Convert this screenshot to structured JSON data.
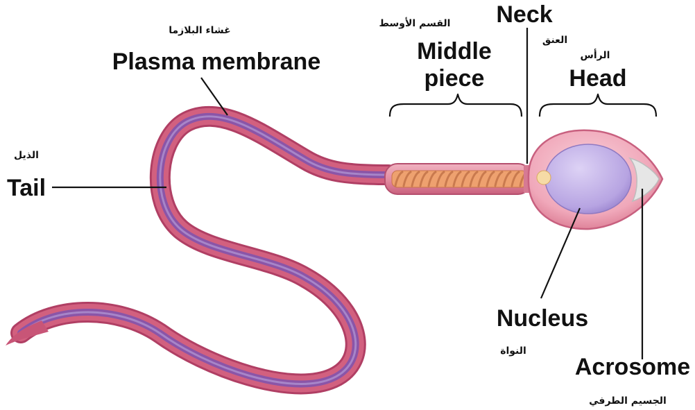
{
  "labels": {
    "plasma_membrane": {
      "en": "Plasma membrane",
      "ar": "غشاء البلازما"
    },
    "tail": {
      "en": "Tail",
      "ar": "الذيل"
    },
    "middle_piece": {
      "en_line1": "Middle",
      "en_line2": "piece",
      "ar": "القسم الأوسط"
    },
    "neck": {
      "en": "Neck",
      "ar": "العنق"
    },
    "head": {
      "en": "Head",
      "ar": "الرأس"
    },
    "nucleus": {
      "en": "Nucleus",
      "ar": "النواة"
    },
    "acrosome": {
      "en": "Acrosome",
      "ar": "الجسيم الطرفي"
    }
  },
  "colors": {
    "membrane_outer": "#c0456b",
    "membrane_inner": "#8e5aa6",
    "tail_core": "#7a4a9e",
    "middle_piece_coil": "#e9a46a",
    "head_fill": "#f3b8c6",
    "nucleus_fill": "#c9b8ec",
    "acrosome_fill": "#e4e4e4",
    "centriole": "#f6d9a4"
  }
}
